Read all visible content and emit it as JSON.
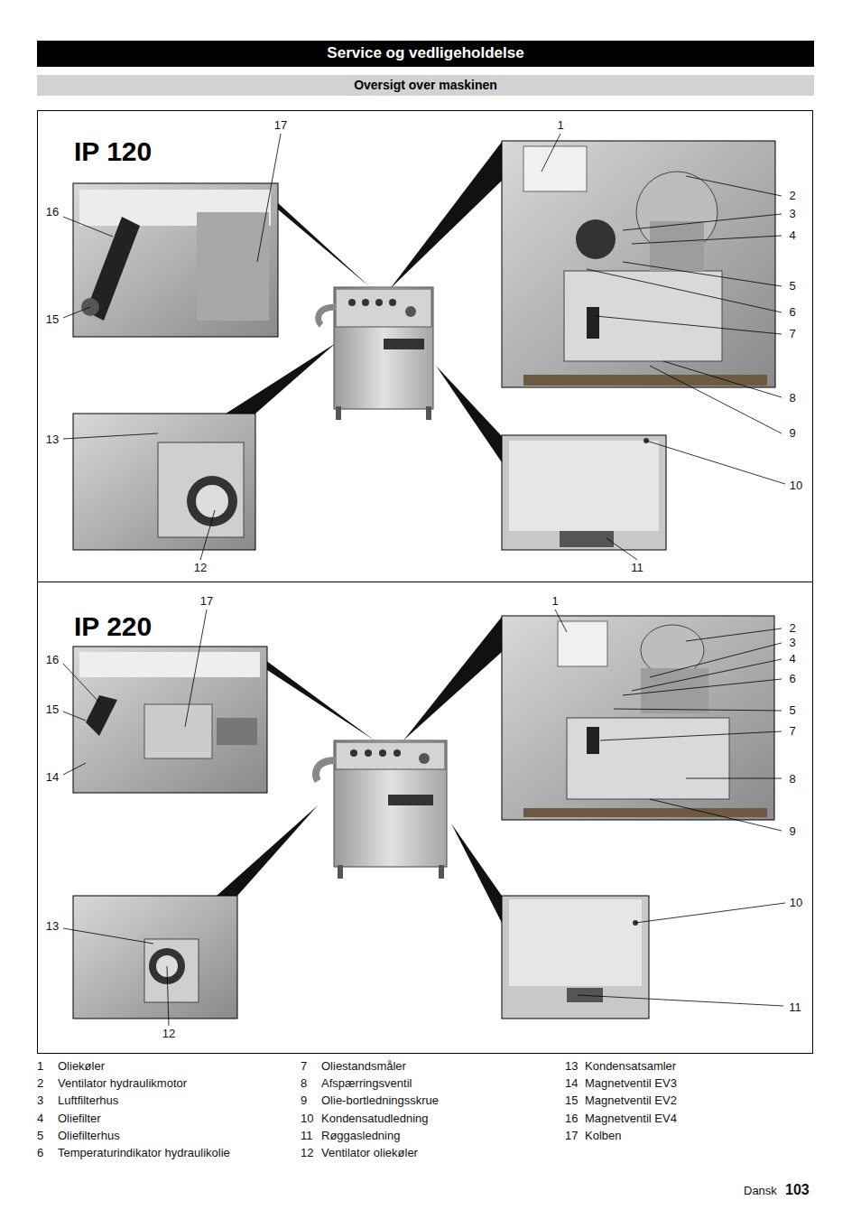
{
  "diagram": {
    "nodes": [
      {
        "text": [
          "Service og vedligeholdelse"
        ]
      },
      {
        "text": [
          "Oversigt over maskinen"
        ]
      },
      {
        "text": [
          "IP 120"
        ]
      },
      {
        "text": [
          "IP 220"
        ]
      }
    ],
    "labels": [
      "17",
      "1",
      "16",
      "2",
      "3",
      "4",
      "15",
      "5",
      "6",
      "7",
      "8",
      "13",
      "9",
      "10",
      "12",
      "11",
      "17",
      "1",
      "2",
      "3",
      "4",
      "16",
      "6",
      "15",
      "5",
      "7",
      "14",
      "8",
      "9",
      "10",
      "13",
      "11",
      "12",
      "1",
      "Oliekøler",
      "2",
      "Ventilator hydraulikmotor",
      "3",
      "Luftfilterhus",
      "4",
      "Oliefilter",
      "5",
      "Oliefilterhus",
      "6",
      "Temperaturindikator hydraulikolie",
      "7",
      "Oliestandsmåler",
      "8",
      "Afspærringsventil",
      "9",
      "Olie-bortledningsskrue",
      "10",
      "Kondensatudledning",
      "11",
      "Røggasledning",
      "12",
      "Ventilator oliekøler",
      "13",
      "Kondensatsamler",
      "14",
      "Magnetventil EV3",
      "15",
      "Magnetventil EV2",
      "16",
      "Magnetventil EV4",
      "17",
      "Kolben",
      "Dansk",
      "103"
    ]
  }
}
